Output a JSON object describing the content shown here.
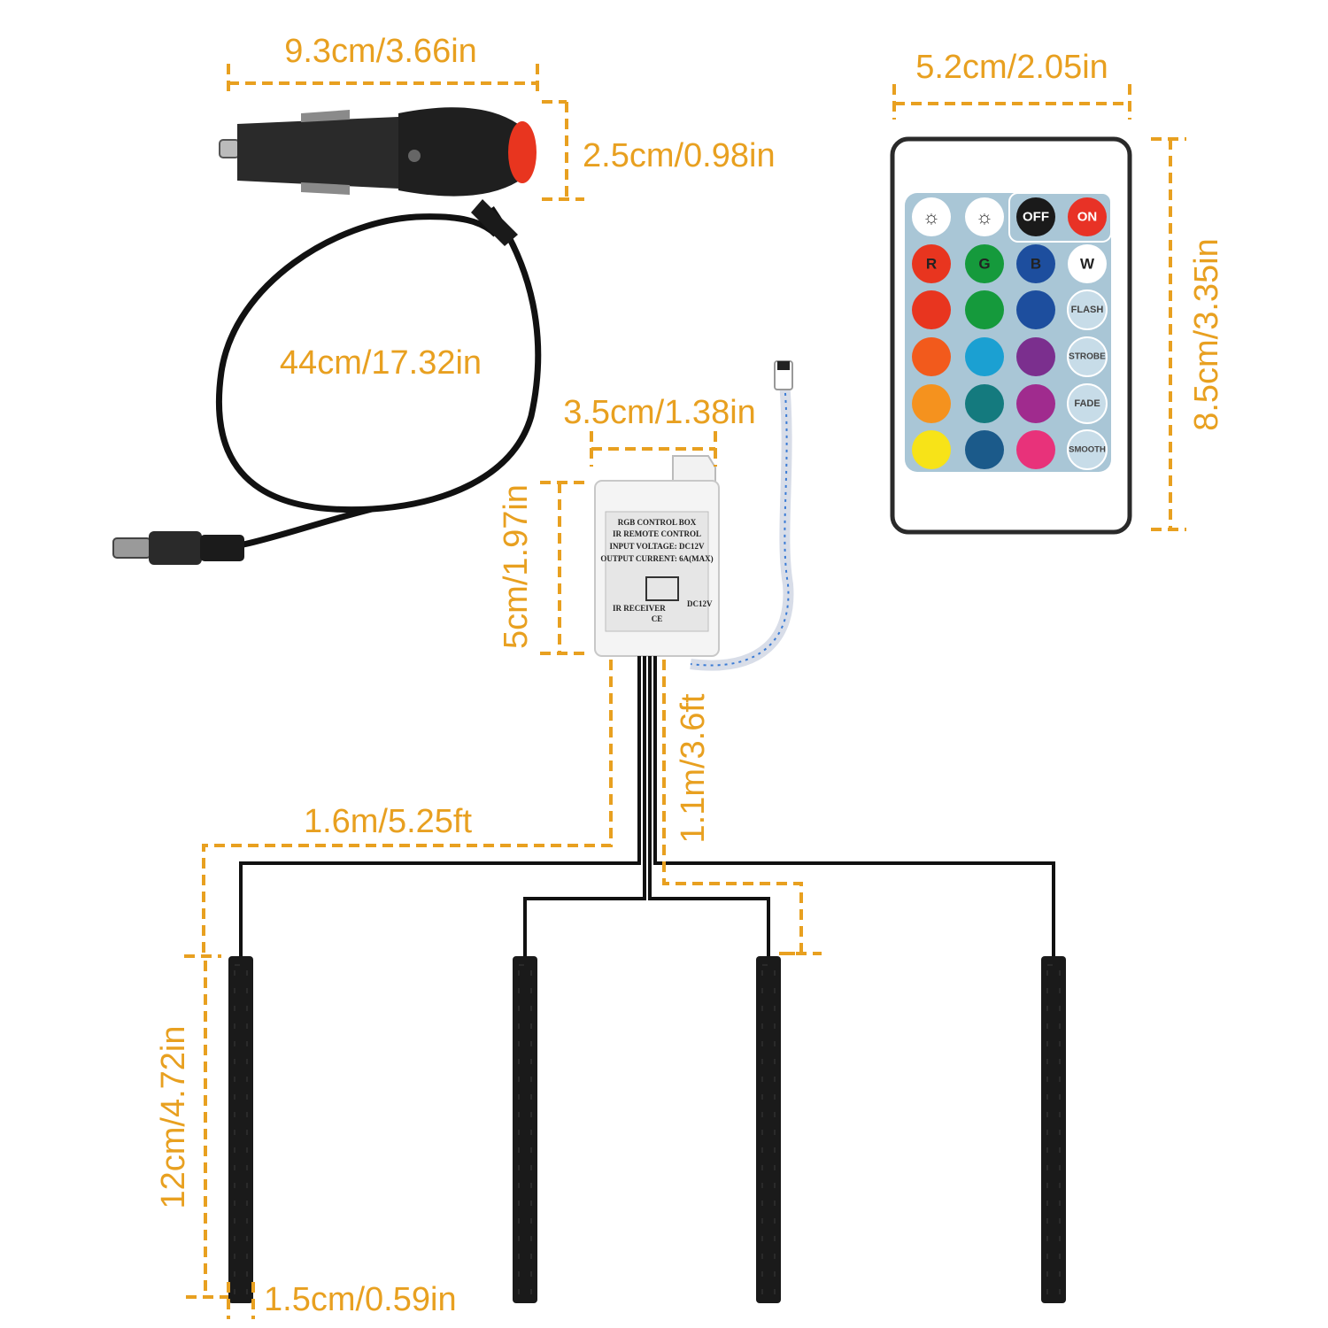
{
  "dimensions": {
    "plug_length": "9.3cm/3.66in",
    "plug_height": "2.5cm/0.98in",
    "plug_cable": "44cm/17.32in",
    "remote_width": "5.2cm/2.05in",
    "remote_height": "8.5cm/3.35in",
    "box_width": "3.5cm/1.38in",
    "box_height": "5cm/1.97in",
    "long_cable": "1.6m/5.25ft",
    "short_cable": "1.1m/3.6ft",
    "strip_length": "12cm/4.72in",
    "strip_width": "1.5cm/0.59in"
  },
  "control_box": {
    "line1": "RGB CONTROL BOX",
    "line2": "IR REMOTE CONTROL",
    "line3": "INPUT VOLTAGE: DC12V",
    "line4": "OUTPUT CURRENT: 6A(MAX)",
    "receiver": "IR RECEIVER",
    "dc": "DC12V",
    "ce": "CE"
  },
  "remote": {
    "off": "OFF",
    "on": "ON",
    "r": "R",
    "g": "G",
    "b": "B",
    "w": "W",
    "flash": "FLASH",
    "strobe": "STROBE",
    "fade": "FADE",
    "smooth": "SMOOTH",
    "colors": {
      "row1": [
        "#e8351f",
        "#159a3c",
        "#1d4e9e"
      ],
      "row2": [
        "#f25a1c",
        "#1c9a55",
        "#1d5ea8"
      ],
      "row3": [
        "#f57a20",
        "#1ba0d2",
        "#7b2f8e"
      ],
      "row4": [
        "#f5921e",
        "#147a7e",
        "#a02b8e"
      ],
      "row5": [
        "#f7e318",
        "#1b5a8a",
        "#e8327a"
      ]
    }
  },
  "colors": {
    "dimension": "#E8A020",
    "off_button": "#1a1a1a",
    "on_button": "#e83226",
    "plug_cap": "#e8351f"
  }
}
